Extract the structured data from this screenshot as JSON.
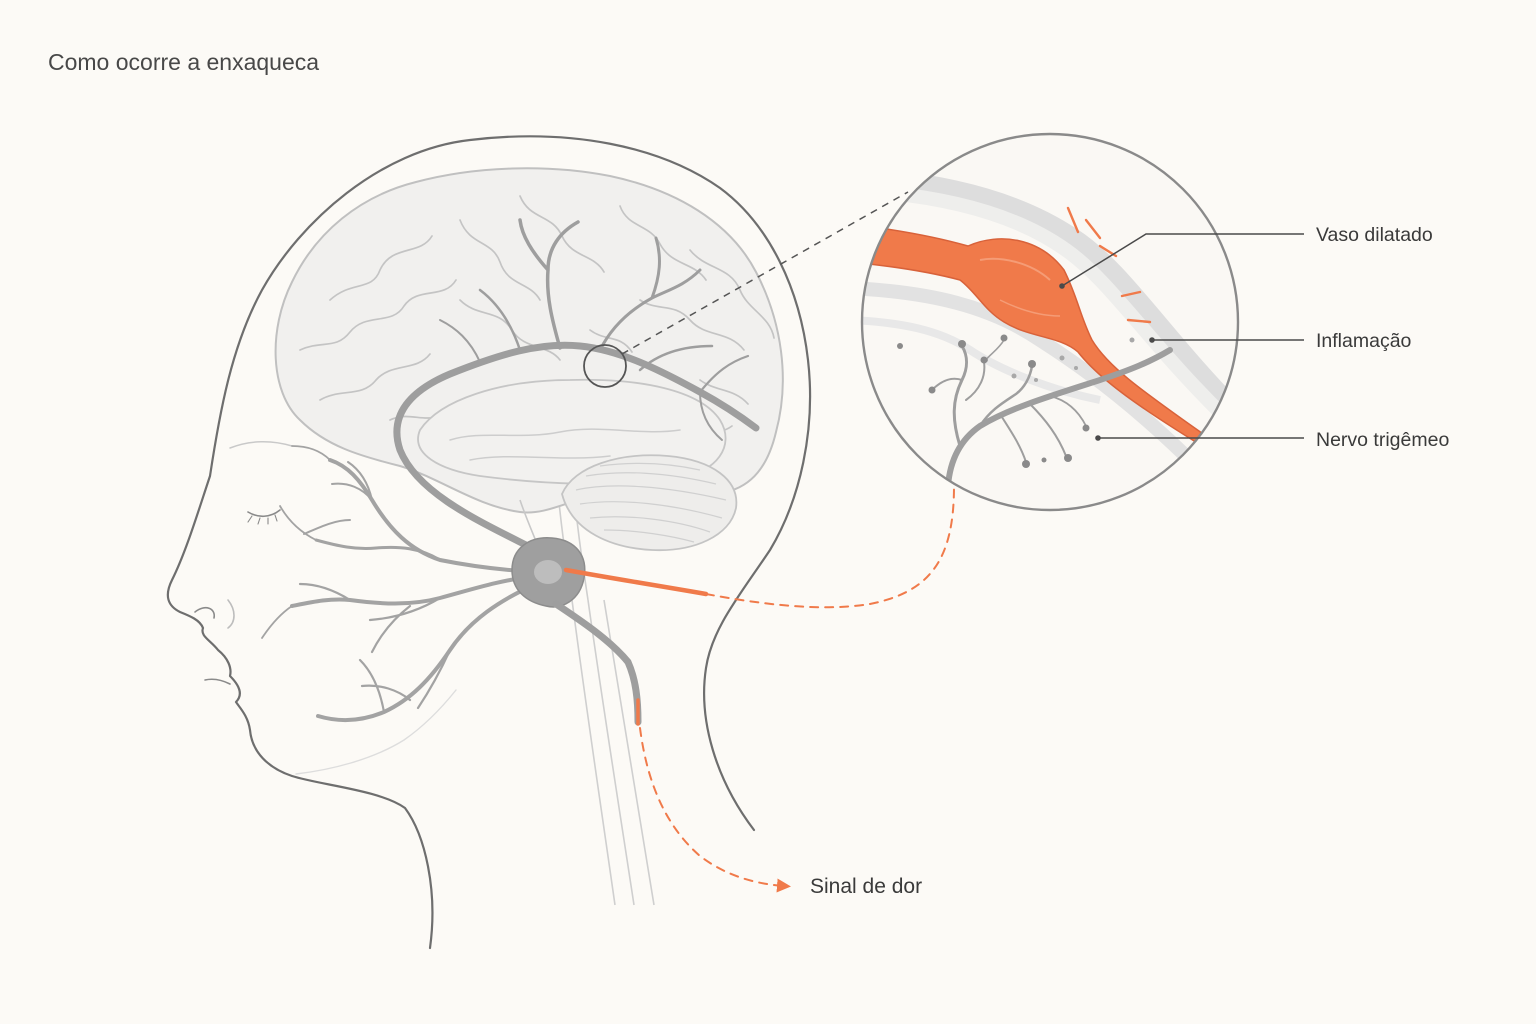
{
  "title": "Como ocorre a enxaqueca",
  "labels": {
    "dilated_vessel": "Vaso dilatado",
    "inflammation": "Inflamação",
    "trigeminal_nerve": "Nervo trigêmeo",
    "pain_signal": "Sinal de dor"
  },
  "colors": {
    "background": "#fcfaf6",
    "outline": "#6e6e6e",
    "brain": "#bfbfbf",
    "nerve": "#9a9a9a",
    "accent": "#f07a4a"
  }
}
